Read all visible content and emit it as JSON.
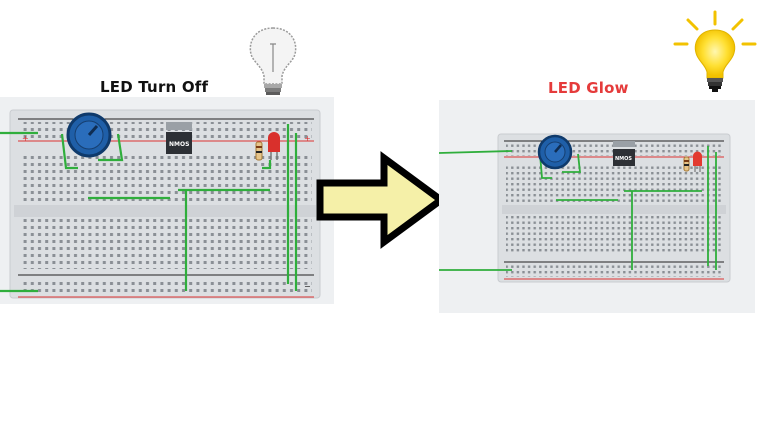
{
  "left_panel": {
    "title": "LED Turn Off",
    "bulb_state": "off",
    "chip_label": "NMOS"
  },
  "right_panel": {
    "title": "LED Glow",
    "bulb_state": "on",
    "chip_label": "NMOS"
  },
  "arrow": {
    "direction": "right",
    "fill": "#f5f0a8",
    "stroke": "#000000"
  },
  "colors": {
    "title_left": "#111111",
    "title_right": "#e53b3b",
    "wire": "#2fae3c",
    "potentiometer": "#1f5fa8",
    "led_red": "#d9302c",
    "bulb_on": "#ffe033",
    "panel_bg": "#eef0f2"
  },
  "icons": [
    "lightbulb-off-icon",
    "lightbulb-on-icon",
    "right-arrow-icon",
    "potentiometer-icon",
    "led-icon",
    "resistor-icon"
  ]
}
